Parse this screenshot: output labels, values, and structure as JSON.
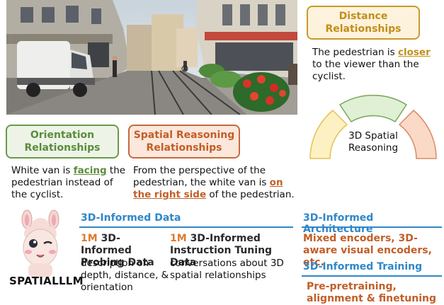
{
  "distance": {
    "title": "Distance Relationships",
    "text_before": "The pedestrian is ",
    "highlight": "closer",
    "text_after": " to the viewer than the cyclist."
  },
  "orientation": {
    "title": "Orientation Relationships",
    "text_before": "White van is ",
    "highlight": "facing",
    "text_after": " the pedestrian instead of the cyclist."
  },
  "spatial_reasoning": {
    "title": "Spatial Reasoning Relationships",
    "text_before": "From the perspective of the pedestrian, the white van is ",
    "highlight": "on the right side",
    "text_after": " of the pedestrian."
  },
  "gauge": {
    "label": "3D Spatial Reasoning",
    "segment_colors": [
      "#fdf0c2",
      "#dff0d5",
      "#fbd9c7"
    ],
    "segment_borders": [
      "#e2c257",
      "#79a85a",
      "#d98a63"
    ]
  },
  "brand": {
    "wordmark": "SPATIALLLM"
  },
  "data_section": {
    "header": "3D-Informed Data",
    "probing": {
      "count": "1M",
      "title": "3D-Informed Probing Data",
      "description": "description on depth, distance, & orientation"
    },
    "instruction": {
      "count": "1M",
      "title": "3D-Informed Instruction Tuning Data",
      "description": "conversations about 3D spatial relationships"
    }
  },
  "architecture_section": {
    "header": "3D-Informed Architecture",
    "text": "Mixed encoders, 3D-aware visual encoders, etc."
  },
  "training_section": {
    "header": "3D-Informed Training",
    "text": "Pre-pretraining, alignment & finetuning"
  },
  "colors": {
    "gold": "#c28e1a",
    "green": "#5c8c3c",
    "orange": "#c25e27",
    "blue": "#2f87c8"
  }
}
